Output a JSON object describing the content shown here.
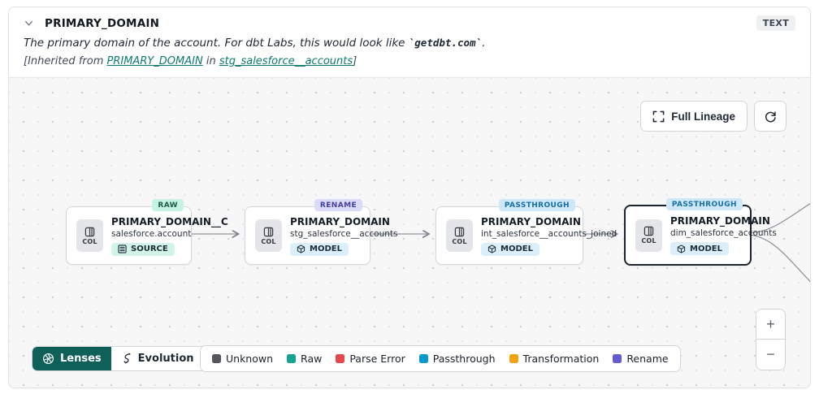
{
  "header": {
    "title": "PRIMARY_DOMAIN",
    "type_badge": "TEXT",
    "description_prefix": "The primary domain of the account. For dbt Labs, this would look like ",
    "description_code": "`getdbt.com`",
    "description_suffix": ".",
    "inherited_prefix": "[Inherited from ",
    "inherited_link_column": "PRIMARY_DOMAIN",
    "inherited_mid": " in ",
    "inherited_link_model": "stg_salesforce__accounts",
    "inherited_suffix": "]"
  },
  "canvas": {
    "full_lineage_label": "Full Lineage",
    "zoom_in_label": "+",
    "zoom_out_label": "−"
  },
  "nodes": [
    {
      "title": "PRIMARY_DOMAIN__C",
      "subtitle": "salesforce.account",
      "badge": "SOURCE",
      "tag": "RAW",
      "col_label": "COL"
    },
    {
      "title": "PRIMARY_DOMAIN",
      "subtitle": "stg_salesforce__accounts",
      "badge": "MODEL",
      "tag": "RENAME",
      "col_label": "COL"
    },
    {
      "title": "PRIMARY_DOMAIN",
      "subtitle": "int_salesforce__accounts_joined",
      "badge": "MODEL",
      "tag": "PASSTHROUGH",
      "col_label": "COL"
    },
    {
      "title": "PRIMARY_DOMAIN",
      "subtitle": "dim_salesforce_accounts",
      "badge": "MODEL",
      "tag": "PASSTHROUGH",
      "col_label": "COL"
    }
  ],
  "toolbar": {
    "lenses_label": "Lenses",
    "evolution_label": "Evolution"
  },
  "legend": [
    {
      "label": "Unknown",
      "color": "#55565c"
    },
    {
      "label": "Raw",
      "color": "#16a394"
    },
    {
      "label": "Parse Error",
      "color": "#e5484d"
    },
    {
      "label": "Passthrough",
      "color": "#0599ce"
    },
    {
      "label": "Transformation",
      "color": "#f0a30b"
    },
    {
      "label": "Rename",
      "color": "#635bd2"
    }
  ]
}
